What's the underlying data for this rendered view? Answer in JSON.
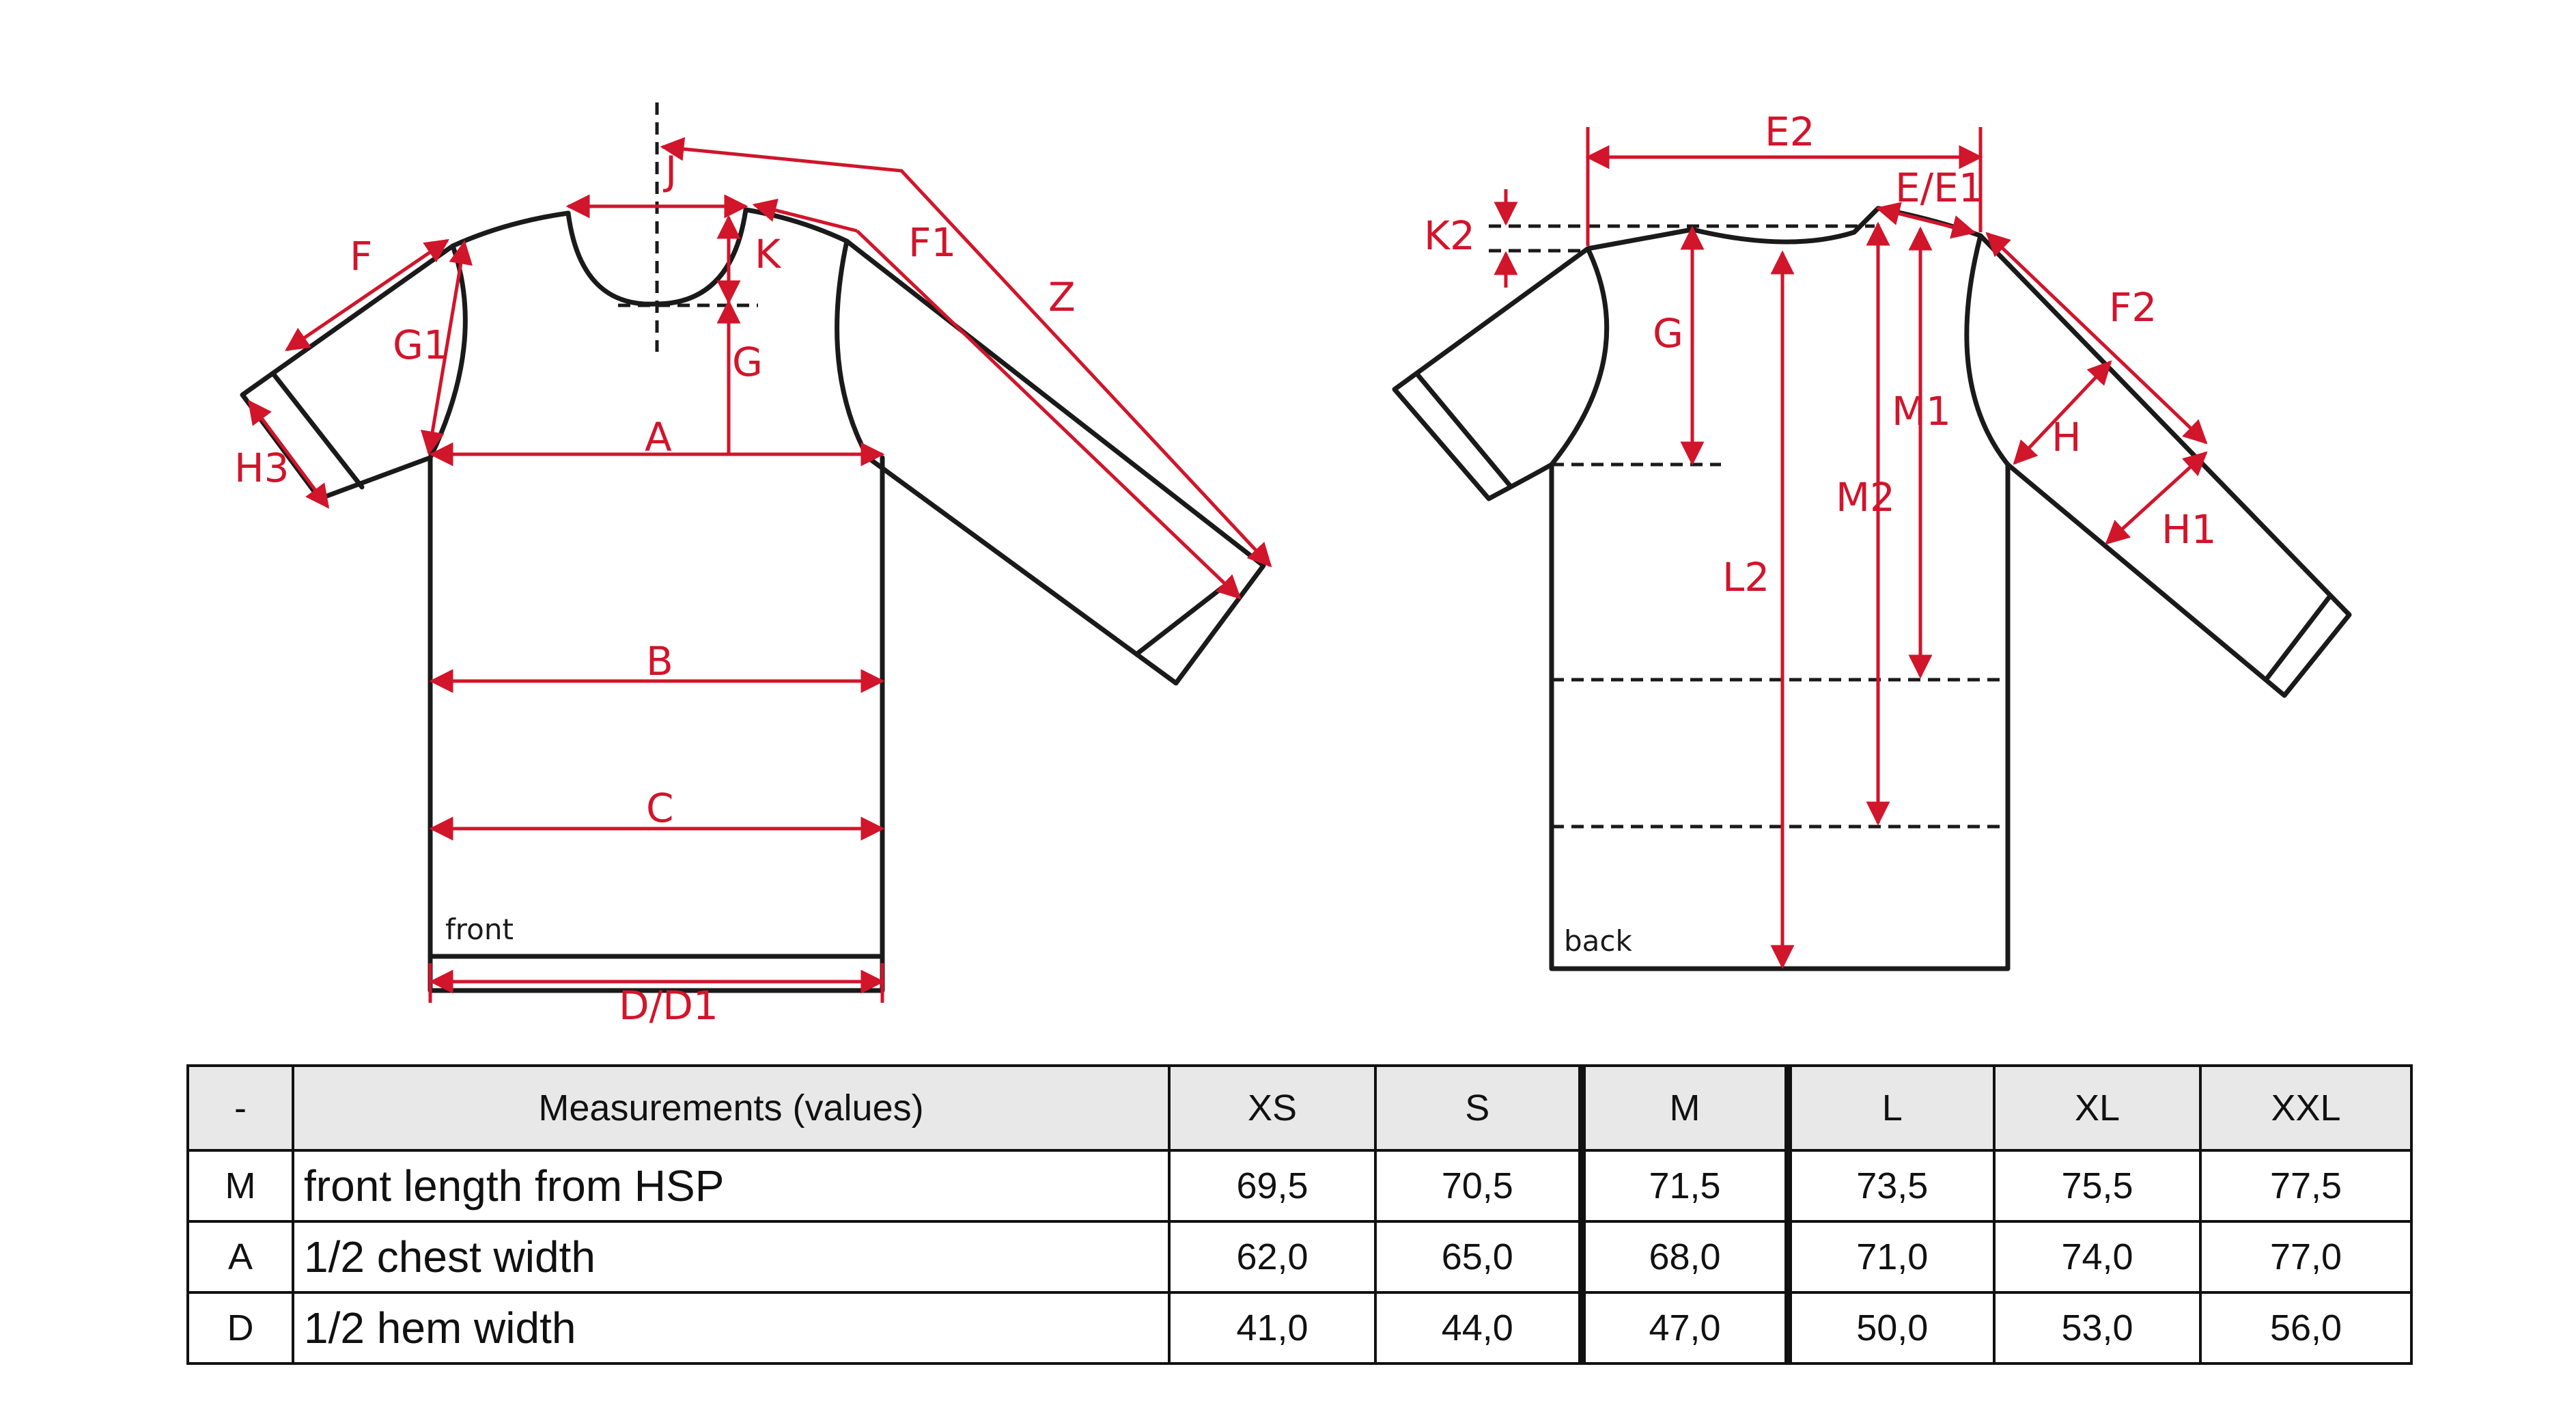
{
  "diagram": {
    "front": {
      "view_label": "front",
      "labels": {
        "j": "J",
        "k": "K",
        "f": "F",
        "f1": "F1",
        "z": "Z",
        "g1": "G1",
        "g": "G",
        "h3": "H3",
        "a": "A",
        "b": "B",
        "c": "C",
        "d": "D/D1"
      }
    },
    "back": {
      "view_label": "back",
      "labels": {
        "e2": "E2",
        "e": "E/E1",
        "k2": "K2",
        "g": "G",
        "f2": "F2",
        "m1": "M1",
        "h": "H",
        "h1": "H1",
        "m2": "M2",
        "l2": "L2"
      }
    },
    "colors": {
      "measure": "#d1152b",
      "outline": "#1a1a1a"
    }
  },
  "table": {
    "headers": [
      "-",
      "Measurements (values)",
      "XS",
      "S",
      "M",
      "L",
      "XL",
      "XXL"
    ],
    "rows": [
      {
        "code": "M",
        "label": "front length from HSP",
        "values": [
          "69,5",
          "70,5",
          "71,5",
          "73,5",
          "75,5",
          "77,5"
        ]
      },
      {
        "code": "A",
        "label": "1/2 chest width",
        "values": [
          "62,0",
          "65,0",
          "68,0",
          "71,0",
          "74,0",
          "77,0"
        ]
      },
      {
        "code": "D",
        "label": "1/2 hem width",
        "values": [
          "41,0",
          "44,0",
          "47,0",
          "50,0",
          "53,0",
          "56,0"
        ]
      }
    ]
  }
}
